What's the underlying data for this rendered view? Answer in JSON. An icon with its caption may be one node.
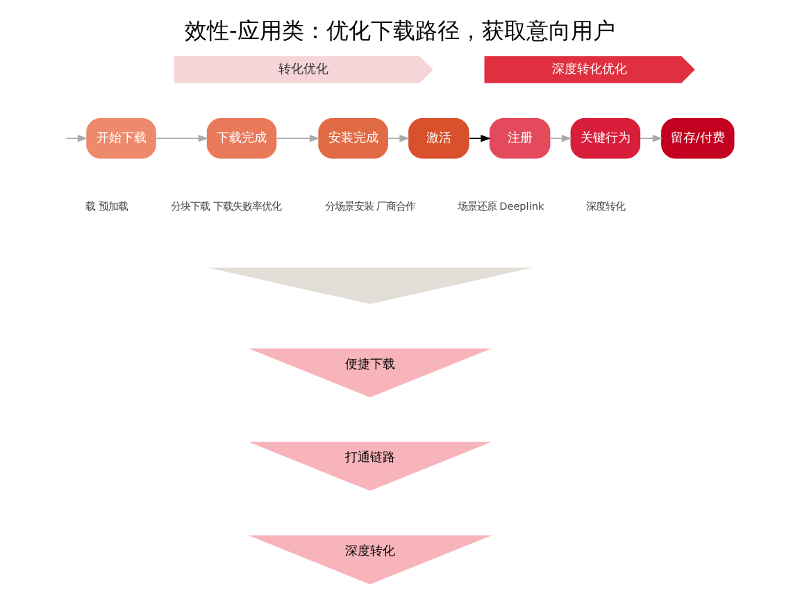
{
  "diagram": {
    "title": "效性-应用类：优化下载路径，获取意向用户",
    "nodes": [
      {
        "text": [
          "转化优化"
        ]
      },
      {
        "text": [
          "深度转化优化"
        ]
      },
      {
        "text": [
          "开始下载"
        ]
      },
      {
        "text": [
          "下载完成"
        ]
      },
      {
        "text": [
          "安装完成"
        ]
      },
      {
        "text": [
          "激活"
        ]
      },
      {
        "text": [
          "注册"
        ]
      },
      {
        "text": [
          "关键行为"
        ]
      },
      {
        "text": [
          "留存/付费"
        ]
      },
      {
        "text": [],
        "shape": "chevron"
      },
      {
        "text": [
          "便捷下载"
        ]
      },
      {
        "text": [
          "打通链路"
        ]
      },
      {
        "text": [
          "深度转化"
        ]
      }
    ],
    "edges": [
      {
        "from": null,
        "to": 2,
        "arrow": "to"
      },
      {
        "from": 2,
        "to": 3,
        "arrow": "to"
      },
      {
        "from": 3,
        "to": 4,
        "arrow": "to"
      },
      {
        "from": 4,
        "to": 5,
        "arrow": "to"
      },
      {
        "from": 5,
        "to": 6,
        "arrow": "to",
        "color": "#000000"
      },
      {
        "from": 6,
        "to": 7,
        "arrow": "to"
      },
      {
        "from": 7,
        "to": 8,
        "arrow": "to"
      }
    ],
    "labels": [
      "载 预加载",
      "分块下载 下载失败率优化",
      "分场景安装 厂商合作",
      "场景还原 Deeplink",
      "深度转化"
    ]
  }
}
